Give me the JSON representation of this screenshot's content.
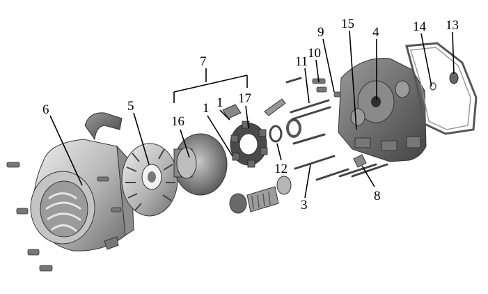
{
  "diagram": {
    "colors": {
      "background": "#ffffff",
      "metal_light": "#d9d9d9",
      "metal_mid": "#a8a8a8",
      "metal_dark": "#5a5a5a",
      "line": "#000000"
    },
    "callouts": {
      "n1a": "1",
      "n1b": "1",
      "n3": "3",
      "n4": "4",
      "n5": "5",
      "n6": "6",
      "n7": "7",
      "n8": "8",
      "n9": "9",
      "n10": "10",
      "n11": "11",
      "n12": "12",
      "n13": "13",
      "n14": "14",
      "n15": "15",
      "n16": "16",
      "n17": "17"
    }
  }
}
